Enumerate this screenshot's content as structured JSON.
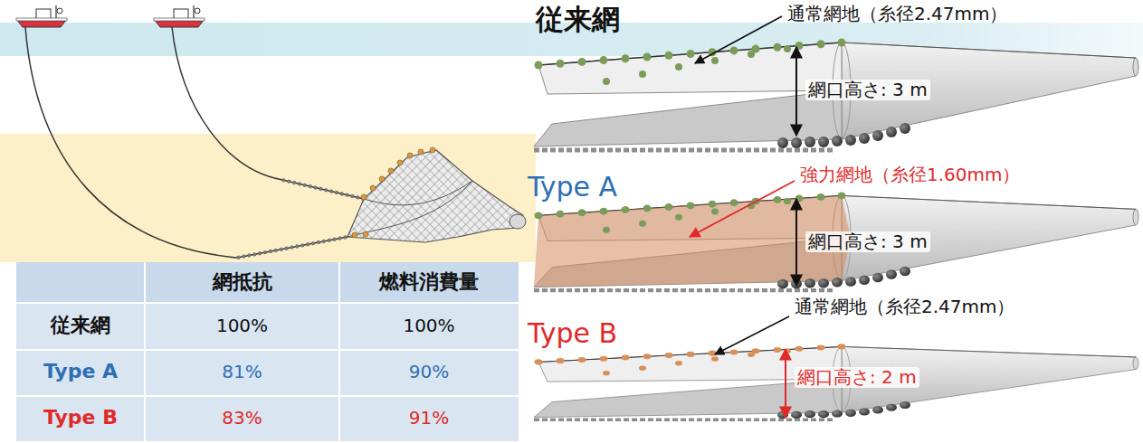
{
  "diagram": {
    "labels": [
      "従来網",
      "通常網地（糸径2.47mm）",
      "網口高さ: 3 m",
      "Type A",
      "強力網地（糸径1.60mm）",
      "網口高さ: 3 m",
      "Type B",
      "通常網地（糸径2.47mm）",
      "網口高さ: 2 m",
      "網抵抗",
      "燃料消費量",
      "従来網",
      "100%",
      "100%",
      "Type A",
      "81%",
      "90%",
      "Type B",
      "83%",
      "91%"
    ]
  }
}
